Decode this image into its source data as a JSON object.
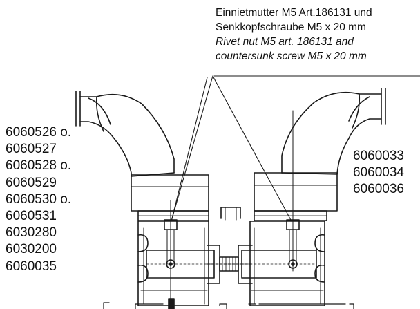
{
  "callout": {
    "line1": "Einnietmutter M5 Art.186131 und",
    "line2": "Senkkopfschraube M5 x 20 mm",
    "line3": "Rivet nut M5 art. 186131 and",
    "line4": "countersunk screw M5 x 20 mm"
  },
  "left_codes": [
    "6060526 o.",
    "6060527",
    "6060528 o.",
    "6060529",
    "6060530 o.",
    "6060531",
    "6030280",
    "6030200",
    "6060035"
  ],
  "right_codes": [
    "6060033",
    "6060034",
    "6060036"
  ]
}
